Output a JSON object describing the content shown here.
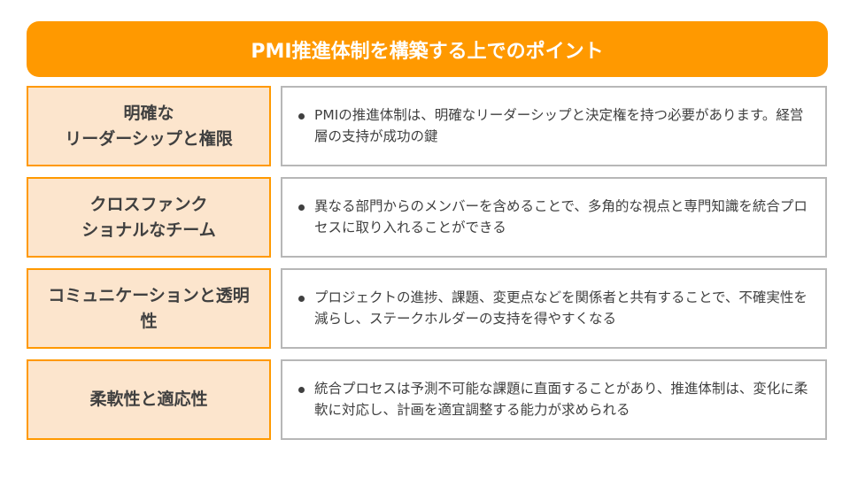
{
  "title": "PMI推進体制を構築する上でのポイント",
  "rows": [
    {
      "label": "明確な\nリーダーシップと権限",
      "text": "PMIの推進体制は、明確なリーダーシップと決定権を持つ必要があります。経営層の支持が成功の鍵"
    },
    {
      "label": "クロスファンク\nショナルなチーム",
      "text": "異なる部門からのメンバーを含めることで、多角的な視点と専門知識を統合プロセスに取り入れることができる"
    },
    {
      "label": "コミュニケーションと透明\n性",
      "text": "プロジェクトの進捗、課題、変更点などを関係者と共有することで、不確実性を減らし、ステークホルダーの支持を得やすくなる"
    },
    {
      "label": "柔軟性と適応性",
      "text": "統合プロセスは予測不可能な課題に直面することがあり、推進体制は、変化に柔軟に対応し、計画を適宜調整する能力が求められる"
    }
  ],
  "colors": {
    "accent": "#FF9900",
    "label_bg": "#FCE5CD",
    "border_gray": "#B7B7B7",
    "text": "#404040"
  }
}
